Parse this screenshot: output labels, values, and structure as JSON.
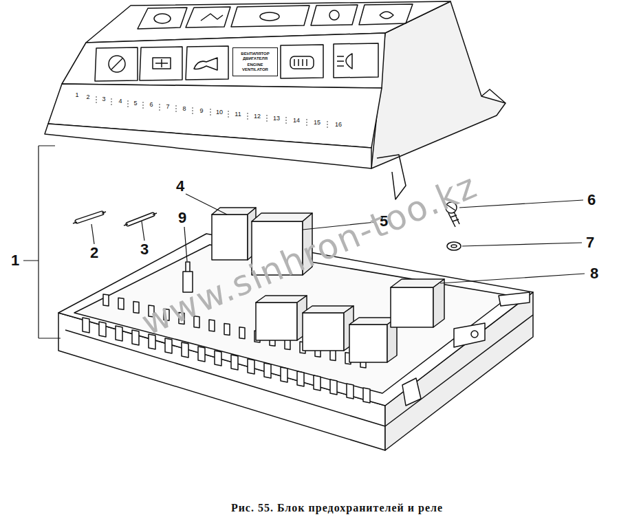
{
  "diagram": {
    "caption": "Рис. 55. Блок предохранителей и реле",
    "nodes": [
      {
        "text": [
          "ВЕНТИЛЯТОР ДВИГАТЕЛЯ",
          "ENGINE VENTILATOR"
        ]
      }
    ],
    "labels": [
      "1",
      "2",
      "3",
      "4",
      "5",
      "6",
      "7",
      "8",
      "9",
      "1",
      "2",
      "3",
      "4",
      "5",
      "6",
      "7",
      "8",
      "9",
      "10",
      "11",
      "12",
      "13",
      "14",
      "15",
      "16",
      "www.sinhron-too.kz"
    ]
  }
}
